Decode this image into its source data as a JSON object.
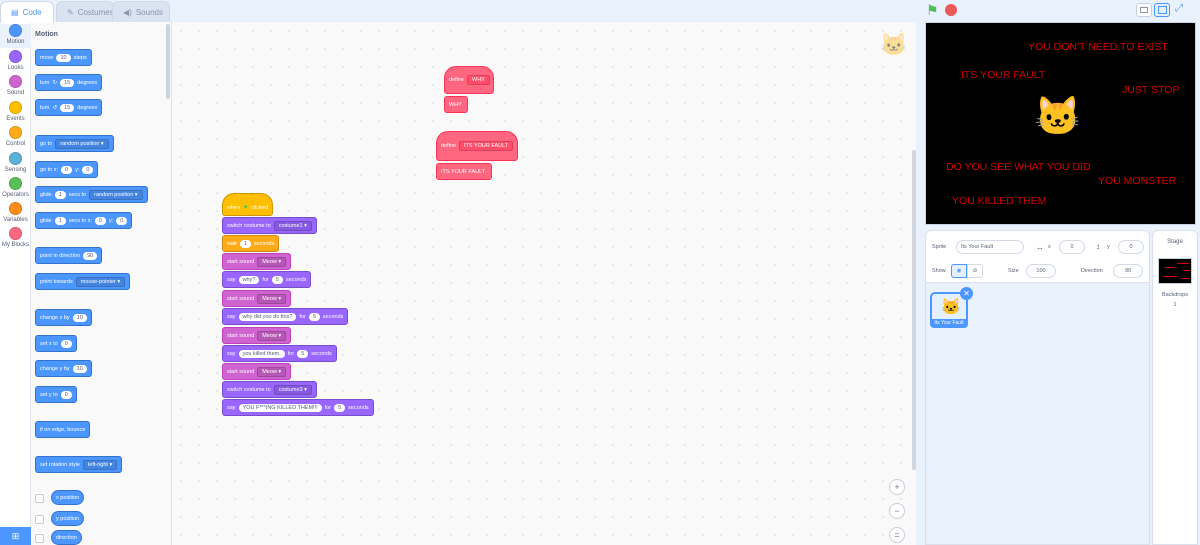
{
  "tabs": {
    "code": "Code",
    "costumes": "Costumes",
    "sounds": "Sounds"
  },
  "categories": [
    {
      "label": "Motion",
      "color": "#4c97ff"
    },
    {
      "label": "Looks",
      "color": "#9966ff"
    },
    {
      "label": "Sound",
      "color": "#cf63cf"
    },
    {
      "label": "Events",
      "color": "#ffbf00"
    },
    {
      "label": "Control",
      "color": "#ffab19"
    },
    {
      "label": "Sensing",
      "color": "#5cb1d6"
    },
    {
      "label": "Operators",
      "color": "#59c059"
    },
    {
      "label": "Variables",
      "color": "#ff8c1a"
    },
    {
      "label": "My Blocks",
      "color": "#ff6680"
    }
  ],
  "palette": {
    "heading": "Motion",
    "move": {
      "a": "move",
      "v": "10",
      "b": "steps"
    },
    "turn_right": {
      "a": "turn",
      "v": "15",
      "b": "degrees"
    },
    "turn_left": {
      "a": "turn",
      "v": "15",
      "b": "degrees"
    },
    "goto": {
      "a": "go to",
      "d": "random position ▾"
    },
    "goto_xy": {
      "a": "go to x:",
      "x": "0",
      "b": "y:",
      "y": "0"
    },
    "glide_to": {
      "a": "glide",
      "v": "1",
      "b": "secs to",
      "d": "random position ▾"
    },
    "glide_xy": {
      "a": "glide",
      "v": "1",
      "b": "secs to x:",
      "x": "0",
      "c": "y:",
      "y": "0"
    },
    "point_dir": {
      "a": "point in direction",
      "v": "90"
    },
    "point_towards": {
      "a": "point towards",
      "d": "mouse-pointer ▾"
    },
    "change_x": {
      "a": "change x by",
      "v": "10"
    },
    "set_x": {
      "a": "set x to",
      "v": "0"
    },
    "change_y": {
      "a": "change y by",
      "v": "10"
    },
    "set_y": {
      "a": "set y to",
      "v": "0"
    },
    "bounce": "if on edge, bounce",
    "rotation": {
      "a": "set rotation style",
      "d": "left-right ▾"
    },
    "rep_x": "x position",
    "rep_y": "y position",
    "rep_dir": "direction"
  },
  "script_why": {
    "define": "define",
    "name": "WHY",
    "call": "WHY"
  },
  "script_fault": {
    "define": "define",
    "name": "ITS YOUR FAULT",
    "call": "ITS YOUR FAULT"
  },
  "main_script": {
    "when": "when",
    "clicked": "clicked",
    "switch1": {
      "a": "switch costume to",
      "d": "costume1 ▾"
    },
    "wait": {
      "a": "wait",
      "v": "1",
      "b": "seconds"
    },
    "sound1": {
      "a": "start sound",
      "d": "Meow ▾"
    },
    "say1": {
      "a": "say",
      "t": "why?",
      "b": "for",
      "v": "5",
      "c": "seconds"
    },
    "sound2": {
      "a": "start sound",
      "d": "Meow ▾"
    },
    "say2": {
      "a": "say",
      "t": "why did you do this?",
      "b": "for",
      "v": "5",
      "c": "seconds"
    },
    "sound3": {
      "a": "start sound",
      "d": "Meow ▾"
    },
    "say3": {
      "a": "say",
      "t": "you killed them.",
      "b": "for",
      "v": "5",
      "c": "seconds"
    },
    "sound4": {
      "a": "start sound",
      "d": "Meow ▾"
    },
    "switch2": {
      "a": "switch costume to",
      "d": "costume3 ▾"
    },
    "say4": {
      "a": "say",
      "t": "YOU F***ING KILLED THEM!!!",
      "b": "for",
      "v": "5",
      "c": "seconds"
    }
  },
  "zoom": {
    "in": "+",
    "out": "−",
    "reset": "="
  },
  "stage_text": [
    "YOU DON'T NEED TO EXIST",
    "ITS YOUR FAULT",
    "JUST STOP",
    "DO YOU SEE WHAT YOU DID",
    "YOU MONSTER",
    "YOU KILLED THEM"
  ],
  "sprite_info": {
    "sprite_label": "Sprite",
    "sprite_name": "Its Your Fault",
    "x_label": "x",
    "x": "0",
    "y_label": "y",
    "y": "0",
    "show_label": "Show",
    "size_label": "Size",
    "size": "100",
    "direction_label": "Direction",
    "direction": "90"
  },
  "sprite_thumb": "Its Your Fault",
  "stage_panel": {
    "title": "Stage",
    "backdrops_label": "Backdrops",
    "backdrops_count": "1"
  },
  "colors": {
    "accent": "#4c97ff",
    "stage_text": "#d40000"
  }
}
